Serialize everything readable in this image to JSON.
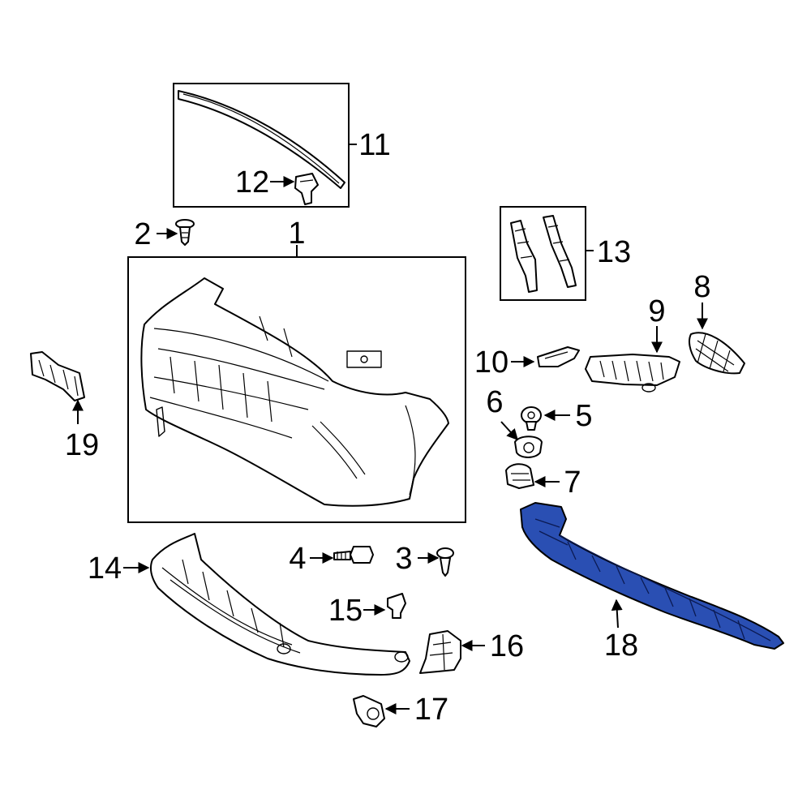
{
  "colors": {
    "highlight": "#2a4fb3",
    "line": "#000000",
    "background": "#ffffff"
  },
  "callouts": {
    "c1": "1",
    "c2": "2",
    "c3": "3",
    "c4": "4",
    "c5": "5",
    "c6": "6",
    "c7": "7",
    "c8": "8",
    "c9": "9",
    "c10": "10",
    "c11": "11",
    "c12": "12",
    "c13": "13",
    "c14": "14",
    "c15": "15",
    "c16": "16",
    "c17": "17",
    "c18": "18",
    "c19": "19"
  },
  "highlighted_part": "18"
}
